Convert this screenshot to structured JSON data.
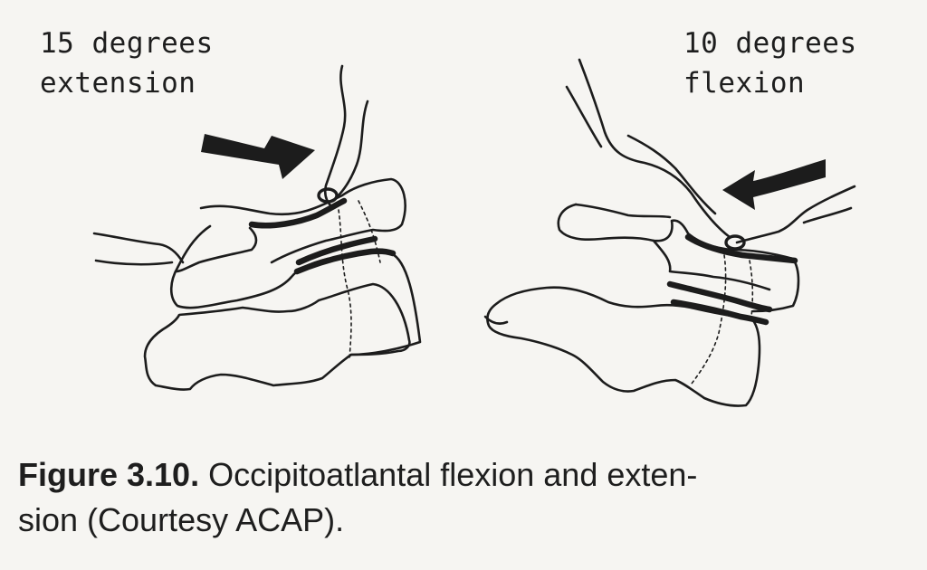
{
  "left_panel": {
    "label_line1": "15 degrees",
    "label_line2": "extension"
  },
  "right_panel": {
    "label_line1": "10 degrees",
    "label_line2": "flexion"
  },
  "caption": {
    "figure_number": "Figure 3.10.",
    "line1_text": "Occipitoatlantal flexion and exten-",
    "line2_text": "sion (Courtesy ACAP)."
  },
  "colors": {
    "ink": "#1c1c1c",
    "paper": "#f6f5f2"
  }
}
